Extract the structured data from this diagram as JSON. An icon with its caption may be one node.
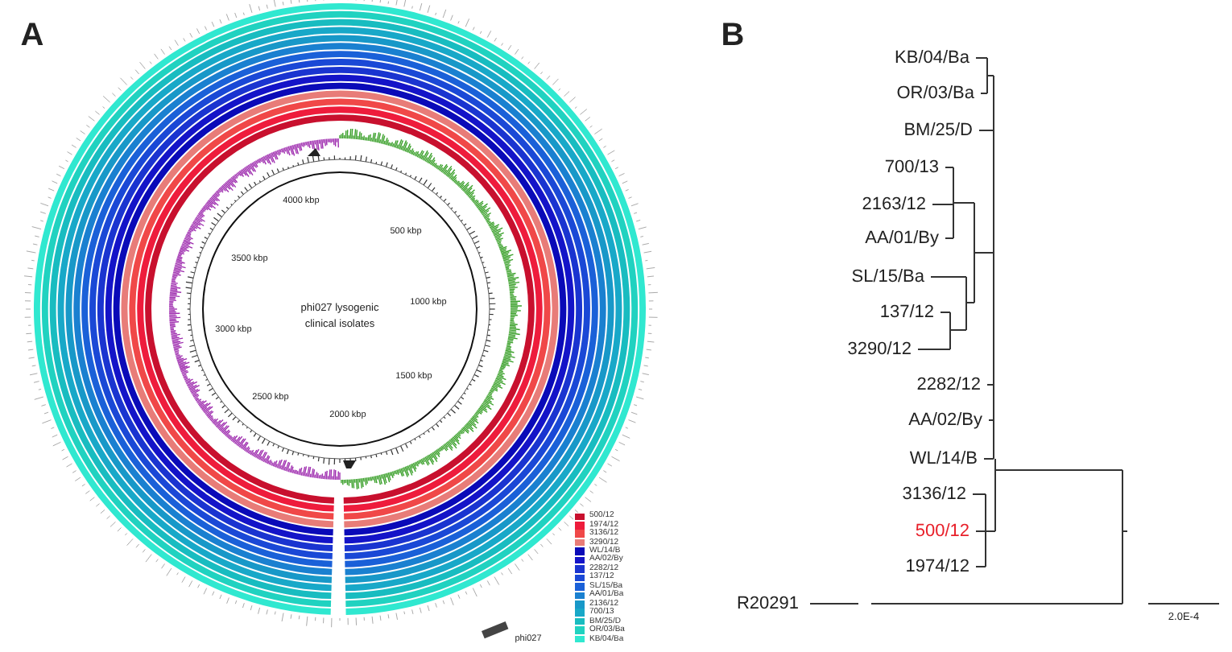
{
  "diagram": {
    "labels": [
      "A",
      "4000 kbp",
      "500 kbp",
      "3500 kbp",
      "1000 kbp",
      "3000 kbp",
      "1500 kbp",
      "2500 kbp",
      "2000 kbp",
      "phi027 lysogenic clinical isolates",
      "phi027",
      "B",
      "KB/04/Ba",
      "OR/03/Ba",
      "BM/25/D",
      "700/13",
      "2163/12",
      "AA/01/By",
      "SL/15/Ba",
      "137/12",
      "3290/12",
      "2282/12",
      "AA/02/By",
      "WL/14/B",
      "3136/12",
      "500/12",
      "1974/12",
      "R20291",
      "2.0E-4"
    ],
    "legend": [
      {
        "text": "500/12",
        "color": "#c8102e"
      },
      {
        "text": "1974/12",
        "color": "#ee1c3c"
      },
      {
        "text": "3136/12",
        "color": "#f04848"
      },
      {
        "text": "3290/12",
        "color": "#e87c78"
      },
      {
        "text": "WL/14/B",
        "color": "#0a0ab8"
      },
      {
        "text": "AA/02/By",
        "color": "#1414c8"
      },
      {
        "text": "2282/12",
        "color": "#1a34d0"
      },
      {
        "text": "137/12",
        "color": "#1a48d6"
      },
      {
        "text": "SL/15/Ba",
        "color": "#1a60d8"
      },
      {
        "text": "AA/01/Ba",
        "color": "#1a80d0"
      },
      {
        "text": "2136/12",
        "color": "#1898c8"
      },
      {
        "text": "700/13",
        "color": "#18a8c8"
      },
      {
        "text": "BM/25/D",
        "color": "#18bcc0"
      },
      {
        "text": "OR/03/Ba",
        "color": "#20d2c0"
      },
      {
        "text": "KB/04/Ba",
        "color": "#30e8d0"
      }
    ]
  }
}
